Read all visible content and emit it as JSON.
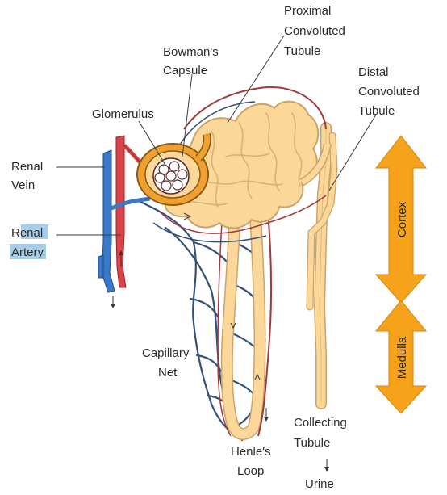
{
  "labels": {
    "proximal": [
      "Proximal",
      "Convoluted",
      "Tubule"
    ],
    "bowman": [
      "Bowman's",
      "Capsule"
    ],
    "distal": [
      "Distal",
      "Convoluted",
      "Tubule"
    ],
    "glomerulus": [
      "Glomerulus"
    ],
    "renal_vein": [
      "Renal",
      "Vein"
    ],
    "renal_artery": [
      "Renal",
      "Artery"
    ],
    "capillary_net": [
      "Capillary",
      "Net"
    ],
    "collecting": [
      "Collecting",
      "Tubule"
    ],
    "henle": [
      "Henle's",
      "Loop"
    ],
    "urine": [
      "Urine"
    ]
  },
  "zones": {
    "cortex": "Cortex",
    "medulla": "Medulla"
  },
  "colors": {
    "tubule_fill": "#fbd79a",
    "tubule_outline": "#caa468",
    "capsule_orange": "#f0a030",
    "artery": "#d9444a",
    "vein": "#3a78c8",
    "capillary": "#34507a",
    "zone_arrow": "#f6a21b",
    "highlight": "#a9cde6"
  }
}
